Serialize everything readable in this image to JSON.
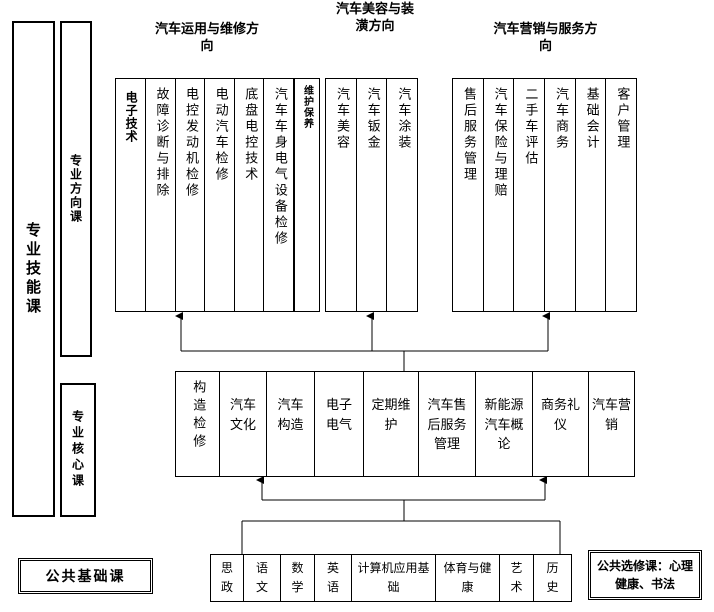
{
  "outer": {
    "skill": "专业技能课",
    "direction": "专业方向课",
    "core": "专业核心课",
    "public_base": "公共基础课",
    "elective": "公共选修课：心理健康、书法"
  },
  "groups": [
    {
      "title": "汽车运用与维修方向",
      "items": [
        "电子技术",
        "故障诊断与排除",
        "电控发动机检修",
        "电动汽车检修",
        "底盘电控技术",
        "汽车车身电气设备检修",
        "维护保养"
      ]
    },
    {
      "title": "汽车美容与装潢方向",
      "items": [
        "汽车美容",
        "汽车钣金",
        "汽车涂装"
      ]
    },
    {
      "title": "汽车营销与服务方向",
      "items": [
        "售后服务管理",
        "汽车保险与理赔",
        "二手车评估",
        "汽车商务",
        "基础会计",
        "客户管理"
      ]
    }
  ],
  "core_courses": [
    "构造检修",
    "汽车文化",
    "汽车构造",
    "电子电气",
    "定期维护",
    "汽车售后服务管理",
    "新能源汽车概论",
    "商务礼仪",
    "汽车营销"
  ],
  "base_courses": [
    "思政",
    "语文",
    "数学",
    "英语",
    "计算机应用基础",
    "体育与健康",
    "艺术",
    "历史"
  ]
}
